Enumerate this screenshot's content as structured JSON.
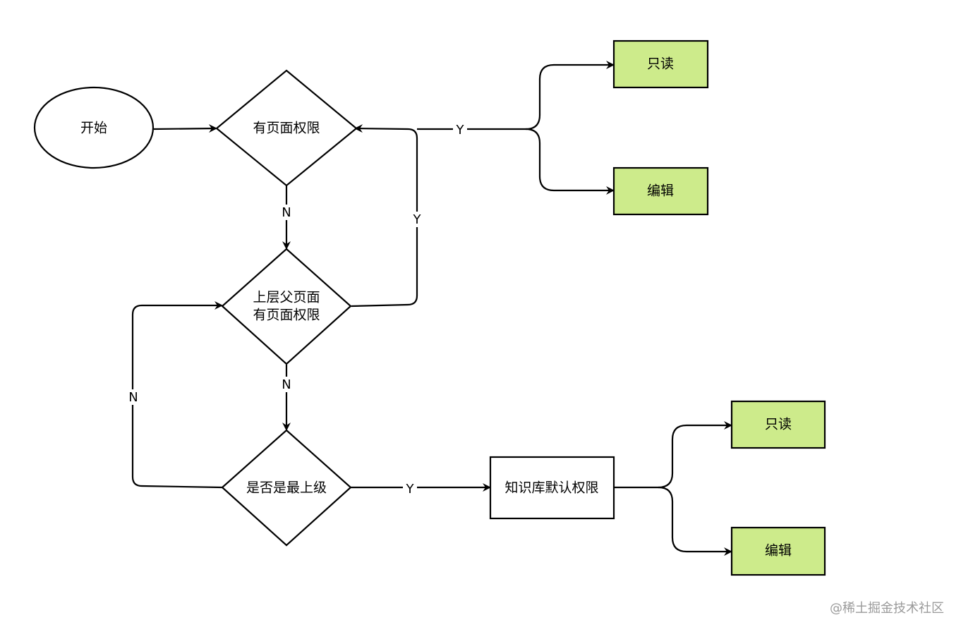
{
  "nodes": {
    "start": "开始",
    "page_permission": "有页面权限",
    "parent_line1": "上层父页面",
    "parent_line2": "有页面权限",
    "is_top_level": "是否是最上级",
    "kb_default": "知识库默认权限",
    "readonly_1": "只读",
    "edit_1": "编辑",
    "readonly_2": "只读",
    "edit_2": "编辑"
  },
  "edge_labels": {
    "yes_top_right": "Y",
    "yes_parent_up": "Y",
    "no_page_down": "N",
    "no_parent_down": "N",
    "no_loop_left": "N",
    "yes_to_kb": "Y"
  },
  "colors": {
    "result_fill": "#cdeb8b",
    "stroke": "#000000"
  },
  "watermark": "@稀土掘金技术社区"
}
